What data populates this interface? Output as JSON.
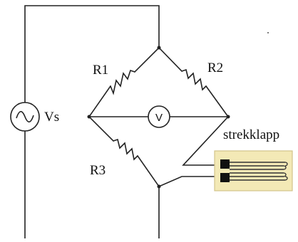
{
  "components": {
    "source": {
      "label": "Vs",
      "symbol": "~"
    },
    "r1": {
      "label": "R1"
    },
    "r2": {
      "label": "R2"
    },
    "r3": {
      "label": "R3"
    },
    "voltmeter": {
      "symbol": "V"
    },
    "strain_gauge": {
      "label": "strekklapp"
    }
  },
  "colors": {
    "wire": "#222222",
    "gauge_backing": "#f3e9b6",
    "gauge_border": "#d2c48a",
    "gauge_pad": "#111111",
    "gauge_grid": "#333333"
  }
}
